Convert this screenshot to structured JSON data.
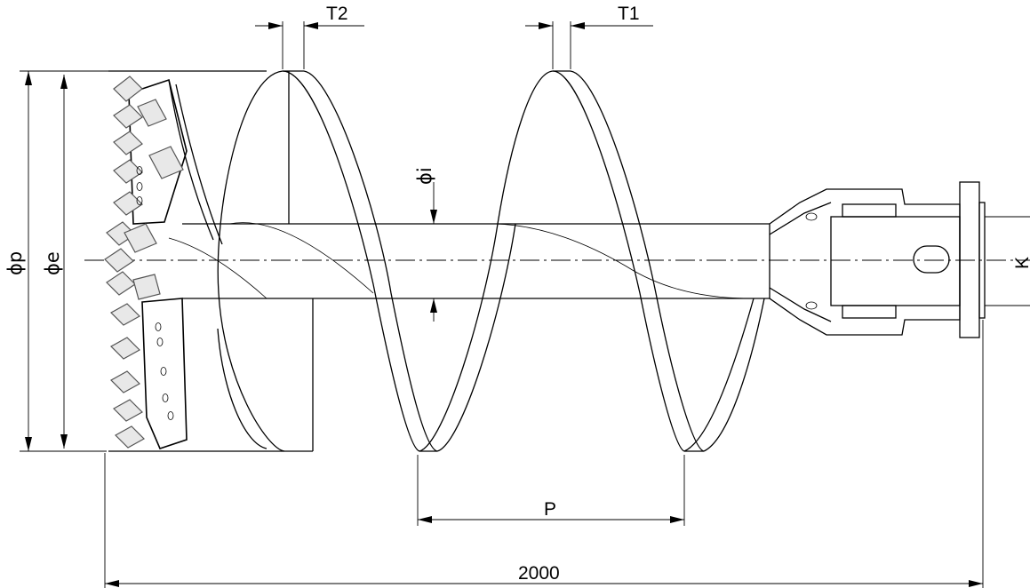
{
  "dimensions": {
    "t2": "T2",
    "t1": "T1",
    "phi_p": "ϕp",
    "phi_e": "ϕe",
    "phi_i": "ϕi",
    "k": "K",
    "p": "P",
    "length": "2000"
  }
}
